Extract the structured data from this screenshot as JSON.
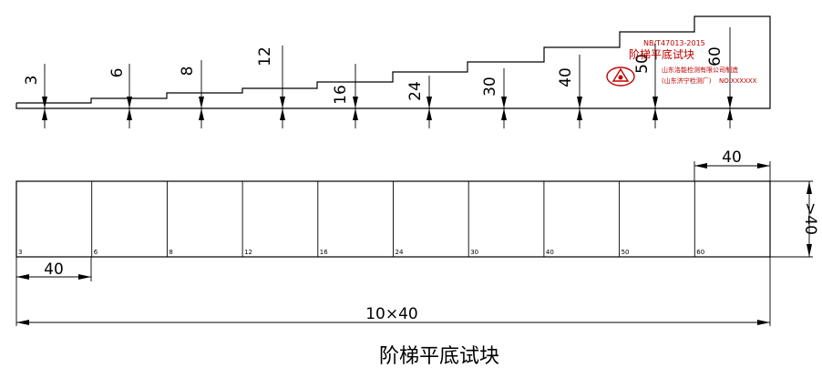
{
  "steps": [
    "3",
    "6",
    "8",
    "12",
    "16",
    "24",
    "30",
    "40",
    "50",
    "60"
  ],
  "dims": {
    "cell_width": "40",
    "top_width": "40",
    "height": ">40",
    "total_length": "10×40"
  },
  "stamp": {
    "standard": "NB/T47013-2015",
    "product": "阶梯平底试块",
    "maker": "山东洛能检测有限公司制造",
    "maker2": "(山东济宁检测厂)",
    "serial": "NO.XXXXXX"
  },
  "caption": "阶梯平底试块",
  "colors": {
    "line": "#000000",
    "stamp": "#c00000"
  }
}
